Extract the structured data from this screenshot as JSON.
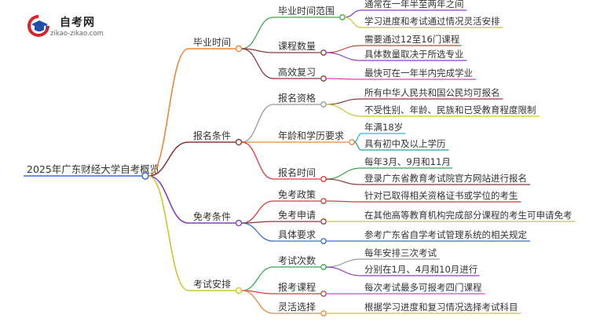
{
  "logo": {
    "title": "自考网",
    "url": "zikao-zikao.com"
  },
  "root": "2025年广东财经大学自考概览",
  "branches": [
    {
      "label": "毕业时间",
      "color": "#e6893a",
      "children": [
        {
          "label": "毕业时间范围",
          "color": "#3aa64a",
          "leaves": [
            {
              "text": "通常在一年半至两年之间",
              "color": "#8a3fc0"
            },
            {
              "text": "学习进度和考试通过情况灵活安排",
              "color": "#c8c832"
            }
          ]
        },
        {
          "label": "课程数量",
          "color": "#8a3a3a",
          "leaves": [
            {
              "text": "需要通过12至16门课程",
              "color": "#d83a3a"
            },
            {
              "text": "具体数量取决于所选专业",
              "color": "#8a3fc0"
            }
          ]
        },
        {
          "label": "高效复习",
          "color": "#8a3a3a",
          "leaves": [
            {
              "text": "最快可在一年半内完成学业",
              "color": "#e040c0"
            }
          ]
        }
      ]
    },
    {
      "label": "报名条件",
      "color": "#8a3a3a",
      "children": [
        {
          "label": "报名资格",
          "color": "#999999",
          "leaves": [
            {
              "text": "所有中华人民共和国公民均可报名",
              "color": "#8a3a3a"
            },
            {
              "text": "不受性别、年龄、民族和已受教育程度限制",
              "color": "#c8c832"
            }
          ]
        },
        {
          "label": "年龄和学历要求",
          "color": "#e6893a",
          "leaves": [
            {
              "text": "年满18岁",
              "color": "#29b6d6"
            },
            {
              "text": "具有初中及以上学历",
              "color": "#2a9a9a"
            }
          ]
        },
        {
          "label": "报名时间",
          "color": "#d83a3a",
          "leaves": [
            {
              "text": "每年3月、9月和11月",
              "color": "#3aa64a"
            },
            {
              "text": "登录广东省教育考试院官方网站进行报名",
              "color": "#8a3a3a"
            }
          ]
        }
      ]
    },
    {
      "label": "免考条件",
      "color": "#8a3fc0",
      "children": [
        {
          "label": "免考政策",
          "color": "#d83a3a",
          "leaves": [
            {
              "text": "针对已取得相关资格证书或学位的考生",
              "color": "#d83a3a"
            }
          ]
        },
        {
          "label": "免考申请",
          "color": "#8a3a3a",
          "leaves": [
            {
              "text": "在其他高等教育机构完成部分课程的考生可申请免考",
              "color": "#c8c832"
            }
          ]
        },
        {
          "label": "具体要求",
          "color": "#3a6ad8",
          "leaves": [
            {
              "text": "参考广东省自学考试管理系统的相关规定",
              "color": "#3a6ad8"
            }
          ]
        }
      ]
    },
    {
      "label": "考试安排",
      "color": "#c8c832",
      "children": [
        {
          "label": "考试次数",
          "color": "#3aa64a",
          "leaves": [
            {
              "text": "每年安排三次考试",
              "color": "#999999"
            },
            {
              "text": "分别在1月、4月和10月进行",
              "color": "#8a3fc0"
            }
          ]
        },
        {
          "label": "报考课程",
          "color": "#d83a3a",
          "leaves": [
            {
              "text": "每次考试最多可报考四门课程",
              "color": "#e040c0"
            }
          ]
        },
        {
          "label": "灵活选择",
          "color": "#e6893a",
          "leaves": [
            {
              "text": "根据学习进度和复习情况选择考试科目",
              "color": "#c8c832"
            }
          ]
        }
      ]
    }
  ]
}
